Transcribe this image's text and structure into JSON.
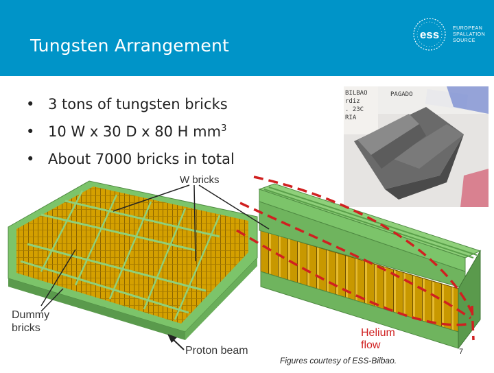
{
  "slide": {
    "title": "Tungsten Arrangement",
    "bullets": [
      {
        "text": "3 tons of tungsten bricks",
        "sup": ""
      },
      {
        "text": "10 W x 30 D x 80 H mm",
        "sup": "3"
      },
      {
        "text": "About 7000 bricks in total",
        "sup": ""
      }
    ],
    "bullet_glyph": "•",
    "credit": "Figures courtesy of ESS-Bilbao.",
    "page_number": "7"
  },
  "logo": {
    "mark": "ess",
    "line1": "EUROPEAN",
    "line2": "SPALLATION",
    "line3": "SOURCE"
  },
  "photo": {
    "label_lines": [
      "BILBAO",
      "rdiz",
      ". 23C",
      "RIA"
    ],
    "label_right": "PAGADO"
  },
  "diagram": {
    "label_w_bricks": "W bricks",
    "label_dummy_1": "Dummy",
    "label_dummy_2": "bricks",
    "label_proton": "Proton beam",
    "label_helium_1": "Helium",
    "label_helium_2": "flow"
  },
  "colors": {
    "header": "#0094c8",
    "brick": "#d4a000",
    "dummy": "#8fd07a",
    "helium_arrow": "#d02020"
  }
}
